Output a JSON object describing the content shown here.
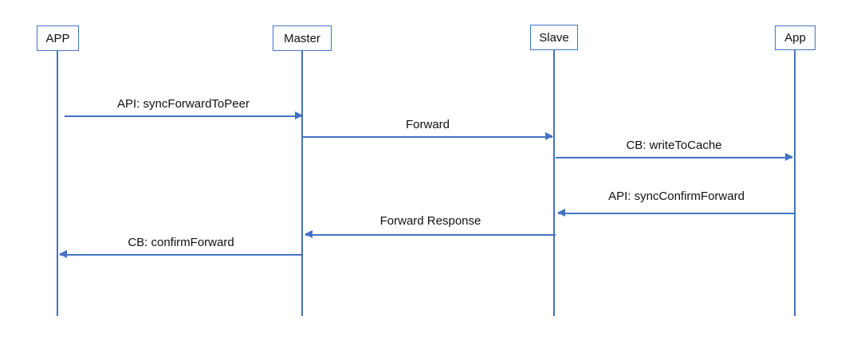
{
  "diagram": {
    "type": "sequence-diagram",
    "colors": {
      "line": "#4472C4",
      "text": "#111111",
      "background": "#FFFFFF"
    },
    "actors": [
      {
        "label": "APP"
      },
      {
        "label": "Master"
      },
      {
        "label": "Slave"
      },
      {
        "label": "App"
      }
    ],
    "messages": [
      {
        "label": "API: syncForwardToPeer",
        "from": "APP",
        "to": "Master",
        "direction": "right"
      },
      {
        "label": "Forward",
        "from": "Master",
        "to": "Slave",
        "direction": "right"
      },
      {
        "label": "CB: writeToCache",
        "from": "Slave",
        "to": "App",
        "direction": "right"
      },
      {
        "label": "API: syncConfirmForward",
        "from": "App",
        "to": "Slave",
        "direction": "left"
      },
      {
        "label": "Forward Response",
        "from": "Slave",
        "to": "Master",
        "direction": "left"
      },
      {
        "label": "CB: confirmForward",
        "from": "Master",
        "to": "APP",
        "direction": "left"
      }
    ]
  }
}
